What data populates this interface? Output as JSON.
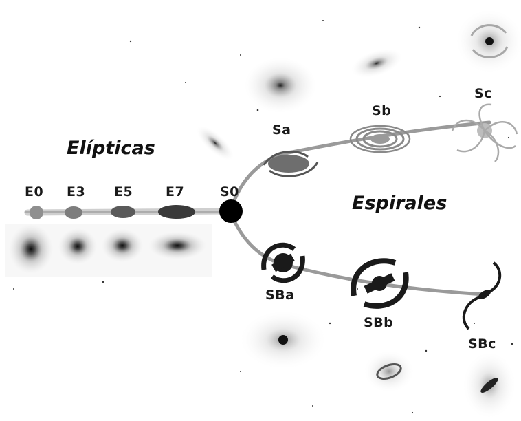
{
  "titles": {
    "elliptical": "Elípticas",
    "spiral": "Espirales"
  },
  "classes": {
    "e0": "E0",
    "e3": "E3",
    "e5": "E5",
    "e7": "E7",
    "s0": "S0",
    "sa": "Sa",
    "sb": "Sb",
    "sc": "Sc",
    "sba": "SBa",
    "sbb": "SBb",
    "sbc": "SBc"
  }
}
